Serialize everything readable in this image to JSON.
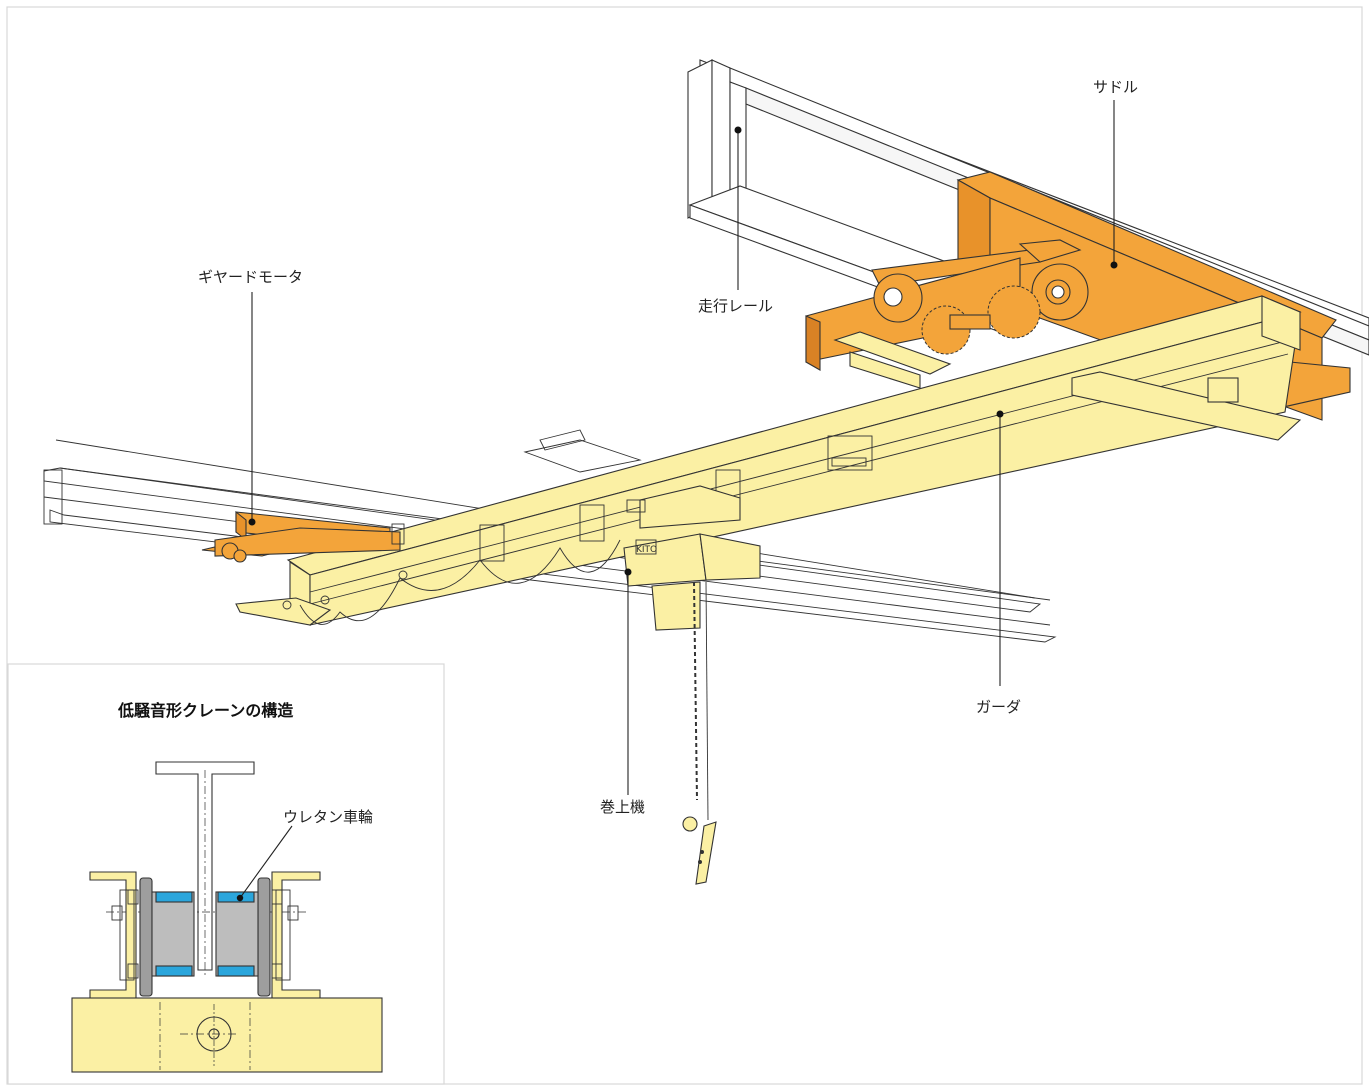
{
  "labels": {
    "saddle": "サドル",
    "geared_motor": "ギヤードモータ",
    "runway_rail": "走行レール",
    "girder": "ガーダ",
    "hoist": "巻上機",
    "urethane_wheel": "ウレタン車輪"
  },
  "inset": {
    "title": "低騒音形クレーンの構造"
  },
  "hoist_brand": "KITO",
  "colors": {
    "saddle_orange": "#F3A43A",
    "girder_yellow": "#FBF0A4",
    "wheel_blue": "#2BA6DC",
    "wheel_gray": "#BDBDBD",
    "frame_border": "#d8d8d8"
  }
}
